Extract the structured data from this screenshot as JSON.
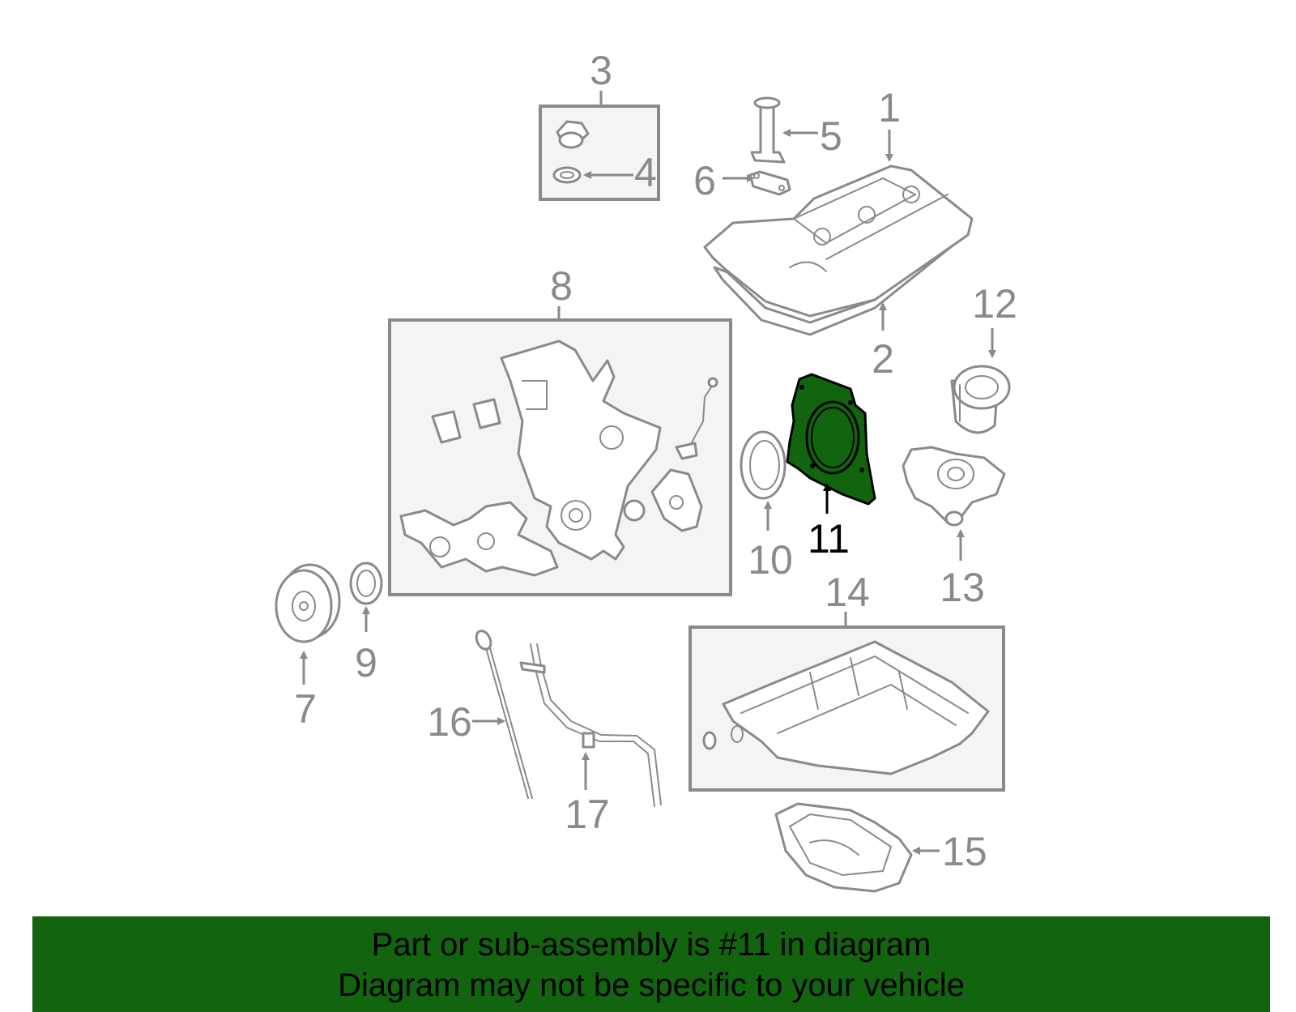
{
  "callouts": [
    "1",
    "2",
    "3",
    "4",
    "5",
    "6",
    "7",
    "8",
    "9",
    "10",
    "11",
    "12",
    "13",
    "14",
    "15",
    "16",
    "17"
  ],
  "highlighted_part": "11",
  "colors": {
    "highlight_fill": "#12640f",
    "highlight_stroke": "#000000",
    "line_art": "#8a8a8a",
    "banner_bg": "#12640f"
  },
  "banner": {
    "line1": "Part or sub-assembly is #11 in diagram",
    "line2": "Diagram may not be specific to your vehicle"
  }
}
